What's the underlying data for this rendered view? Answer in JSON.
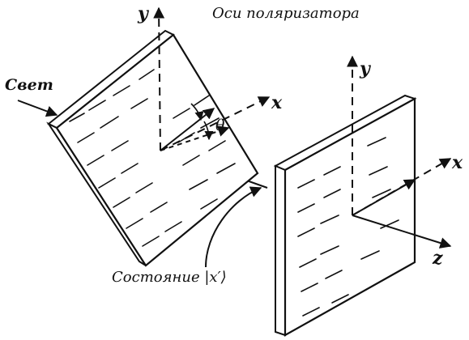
{
  "diagram": {
    "title": "Оси поляризатора",
    "light_label": "Свет",
    "theta_label": "θ",
    "state_label": "Состояние |x′⟩",
    "axes": {
      "left_y": "y",
      "left_x": "x",
      "right_y": "y",
      "right_x": "x",
      "right_z": "z"
    }
  }
}
